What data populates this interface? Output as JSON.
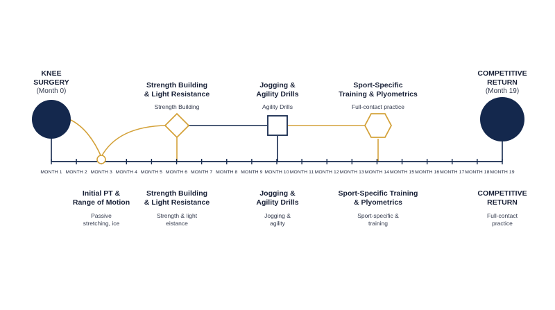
{
  "months": [
    "MONTH 1",
    "MONTH 2",
    "MONTH 3",
    "MONTH 4",
    "MONTH 5",
    "MONTH 6",
    "MONTH 7",
    "MONTH 8",
    "MONTH 9",
    "MONTH 10",
    "MONTH 11",
    "MONTH 12",
    "MONTH 13",
    "MONTH 14",
    "MONTH 15",
    "MONTH 16",
    "MONTH 17",
    "MONTH 18",
    "MONTH 19"
  ],
  "colors": {
    "navy": "#14284d",
    "gold": "#d4a23a",
    "text": "#1a2238"
  },
  "top": {
    "knee_surgery": {
      "title": "KNEE\nSURGERY",
      "sub": "(Month 0)"
    },
    "strength": {
      "title": "Strength Building\n& Light Resistance",
      "sub": "Strength Building"
    },
    "jogging": {
      "title": "Jogging &\nAgility Drills",
      "sub": "Agility Drills"
    },
    "sport": {
      "title": "Sport-Specific\nTraining & Plyometrics",
      "sub": "Full-contact practice"
    },
    "return": {
      "title": "COMPETITIVE\nRETURN",
      "sub": "(Month 19)"
    }
  },
  "bottom": {
    "initial_pt": {
      "title": "Initial PT &\nRange of Motion",
      "sub": "Passive\nstretching, ice"
    },
    "strength": {
      "title": "Strength Building\n& Light Resistance",
      "sub": "Strength & light\neistance"
    },
    "jogging": {
      "title": "Jogging &\nAgility Drills",
      "sub": "Jogging &\nagility"
    },
    "sport": {
      "title": "Sport-Specific Training\n& Plyometrics",
      "sub": "Sport-specific &\ntraining"
    },
    "return": {
      "title": "COMPETITIVE\nRETURN",
      "sub": "Full-contact\npractice"
    }
  }
}
